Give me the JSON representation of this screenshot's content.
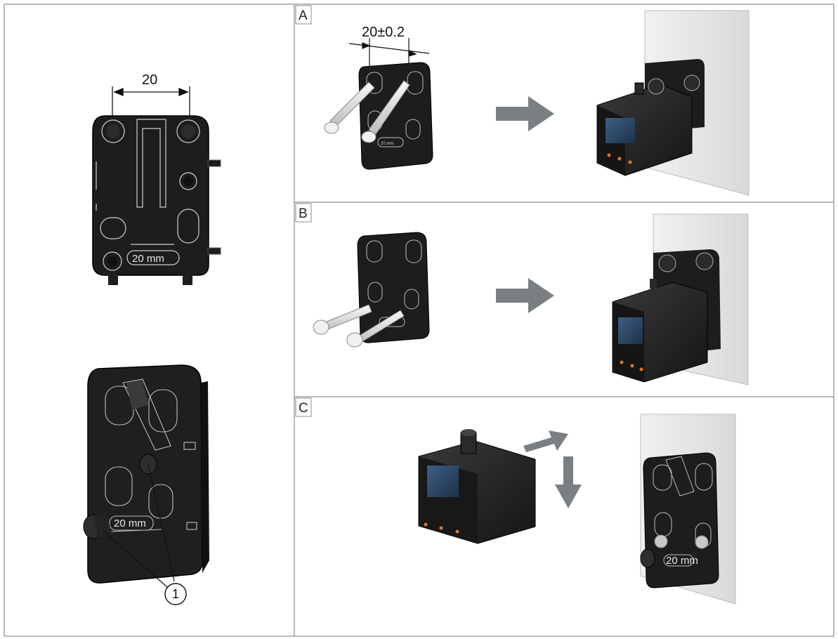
{
  "panels": [
    {
      "id": "A",
      "label": "A"
    },
    {
      "id": "B",
      "label": "B"
    },
    {
      "id": "C",
      "label": "C"
    }
  ],
  "dimensions": {
    "top_view": "20",
    "panel_a": "20±0.2"
  },
  "bracket_marking": "20 mm",
  "callout": "1",
  "colors": {
    "border": "#8c8c8c",
    "bracket": "#1d1d1d",
    "bracket_edge": "#d9d9d9",
    "arrow": "#7a7f82",
    "wall": "#e6e6e6",
    "screen": "#2f4a6b",
    "led": "#d9772e"
  }
}
